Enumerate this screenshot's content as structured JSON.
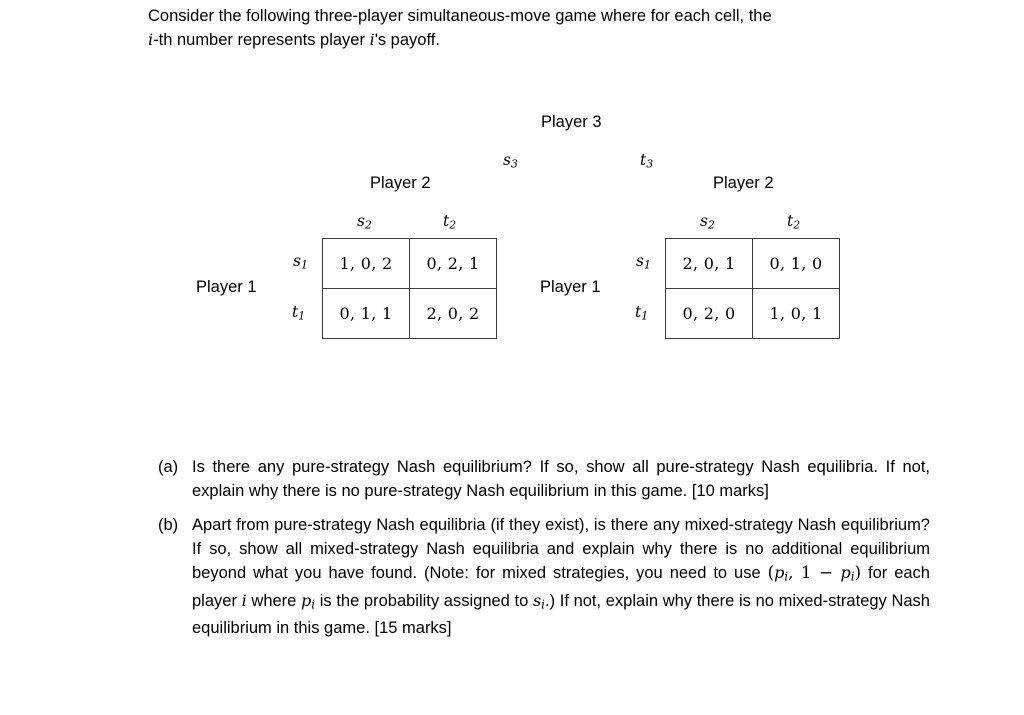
{
  "document": {
    "intro": {
      "line1": "Consider the following three-player simultaneous-move game where for each cell, the",
      "italic_i": "i",
      "line2_before": "-th number represents player ",
      "italic_i2": "i",
      "line2_after": "'s payoff."
    }
  },
  "figure": {
    "player3_title": "Player 3",
    "player3_left_strategy": "s",
    "player3_left_sub": "3",
    "player3_right_strategy": "t",
    "player3_right_sub": "3",
    "left_block": {
      "player2_title": "Player 2",
      "player1_title": "Player 1",
      "col_headers": [
        {
          "base": "s",
          "sub": "2"
        },
        {
          "base": "t",
          "sub": "2"
        }
      ],
      "row_headers": [
        {
          "base": "s",
          "sub": "1"
        },
        {
          "base": "t",
          "sub": "1"
        }
      ],
      "cells": [
        [
          "1, 0, 2",
          "0, 2, 1"
        ],
        [
          "0, 1, 1",
          "2, 0, 2"
        ]
      ]
    },
    "right_block": {
      "player2_title": "Player 2",
      "player1_title": "Player 1",
      "col_headers": [
        {
          "base": "s",
          "sub": "2"
        },
        {
          "base": "t",
          "sub": "2"
        }
      ],
      "row_headers": [
        {
          "base": "s",
          "sub": "1"
        },
        {
          "base": "t",
          "sub": "1"
        }
      ],
      "cells": [
        [
          "2, 0, 1",
          "0, 1, 0"
        ],
        [
          "0, 2, 0",
          "1, 0, 1"
        ]
      ]
    }
  },
  "questions": [
    {
      "marker": "(a)",
      "text": "Is there any pure-strategy Nash equilibrium?  If so, show all pure-strategy Nash equilibria.  If not, explain why there is no pure-strategy Nash equilibrium in this game. [10 marks]"
    },
    {
      "marker": "(b)",
      "part1": "Apart from pure-strategy Nash equilibria (if they exist), is there any mixed-strategy Nash equilibrium? If so, show all mixed-strategy Nash equilibria and explain why there is no additional equilibrium beyond what you have found. (Note: for mixed strategies, you need to use ",
      "math1_open": "(",
      "math1_p": "p",
      "math1_psub": "i",
      "math1_mid": ", 1 − ",
      "math1_p2": "p",
      "math1_psub2": "i",
      "math1_close": ")",
      "part2": " for each player ",
      "math2_i": "i",
      "part3": " where ",
      "math3_p": "p",
      "math3_psub": "i",
      "part4": " is the probability assigned to ",
      "math4_s": "s",
      "math4_ssub": "i",
      "part5": ".) If not, explain why there is no mixed-strategy Nash equilibrium in this game. [15 marks]"
    }
  ]
}
